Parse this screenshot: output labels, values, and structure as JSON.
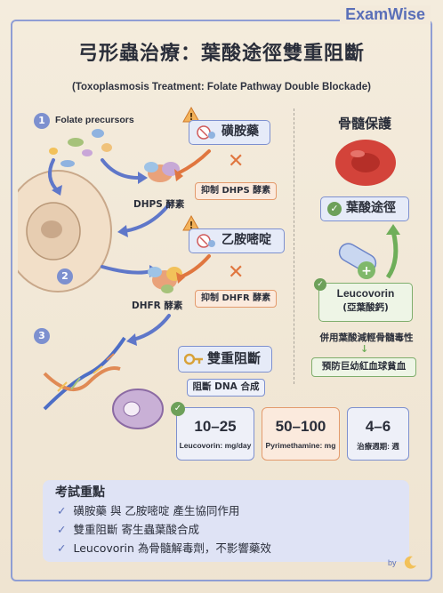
{
  "brand": "ExamWise",
  "title": "弓形蟲治療：葉酸途徑雙重阻斷",
  "subtitle": "(Toxoplasmosis Treatment: Folate Pathway Double Blockade)",
  "steps": {
    "step1": "1",
    "step2": "2",
    "step3": "3",
    "folate_label": "Folate precursors",
    "dhps_label": "DHPS 酵素",
    "dhfr_label": "DHFR 酵素"
  },
  "drug1": {
    "name": "磺胺藥",
    "inhibit": "抑制 DHPS 酵素"
  },
  "drug2": {
    "name": "乙胺嘧啶",
    "inhibit": "抑制 DHFR 酵素"
  },
  "block": {
    "label": "雙重阻斷",
    "sub": "阻斷 DNA 合成"
  },
  "right": {
    "title": "骨髓保護",
    "folate_path": "葉酸途徑",
    "leucovorin": "Leucovorin",
    "leucovorin_zh": "(亞葉酸鈣)",
    "note1": "併用葉酸減輕骨髓毒性",
    "note2": "預防巨幼紅血球貧血"
  },
  "doses": [
    {
      "num": "10–25",
      "unit": "Leucovorin: mg/day"
    },
    {
      "num": "50–100",
      "unit": "Pyrimethamine: mg"
    },
    {
      "num": "4–6",
      "unit": "治療週期: 週"
    }
  ],
  "exam": {
    "title": "考試重點",
    "items": [
      "磺胺藥 與 乙胺嘧啶 產生協同作用",
      "雙重阻斷 寄生蟲葉酸合成",
      "Leucovorin 為骨髓解毒劑，不影響藥效"
    ]
  },
  "byline": "by",
  "colors": {
    "accent": "#7d90cf",
    "warning": "#e0763f",
    "green": "#7fae6c",
    "red_cell": "#d3433a"
  }
}
